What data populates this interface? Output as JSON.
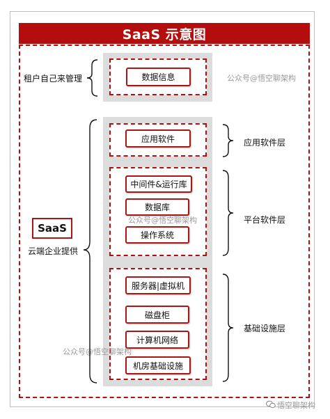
{
  "title": "SaaS 示意图",
  "tenant": {
    "label": "租户自己来管理",
    "items": [
      "数据信息"
    ]
  },
  "saas_provider": {
    "badge": "SaaS",
    "label": "云端企业提供"
  },
  "layers": [
    {
      "name": "应用软件层",
      "items": [
        "应用软件"
      ]
    },
    {
      "name": "平台软件层",
      "items": [
        "中间件&运行库",
        "数据库",
        "操作系统"
      ]
    },
    {
      "name": "基础设施层",
      "items": [
        "服务器|虚拟机",
        "磁盘柜",
        "计算机网络",
        "机房基础设施"
      ]
    }
  ],
  "watermarks": {
    "top_right": "公众号@悟空聊架构",
    "middle": "公众号@悟空聊架构",
    "bottom_left": "公众号@悟空聊架构",
    "bottom_right": "悟空聊架构"
  },
  "colors": {
    "accent": "#b30d0d",
    "panel": "#dcdcdc"
  },
  "icons": {
    "wechat": "wechat-icon"
  }
}
